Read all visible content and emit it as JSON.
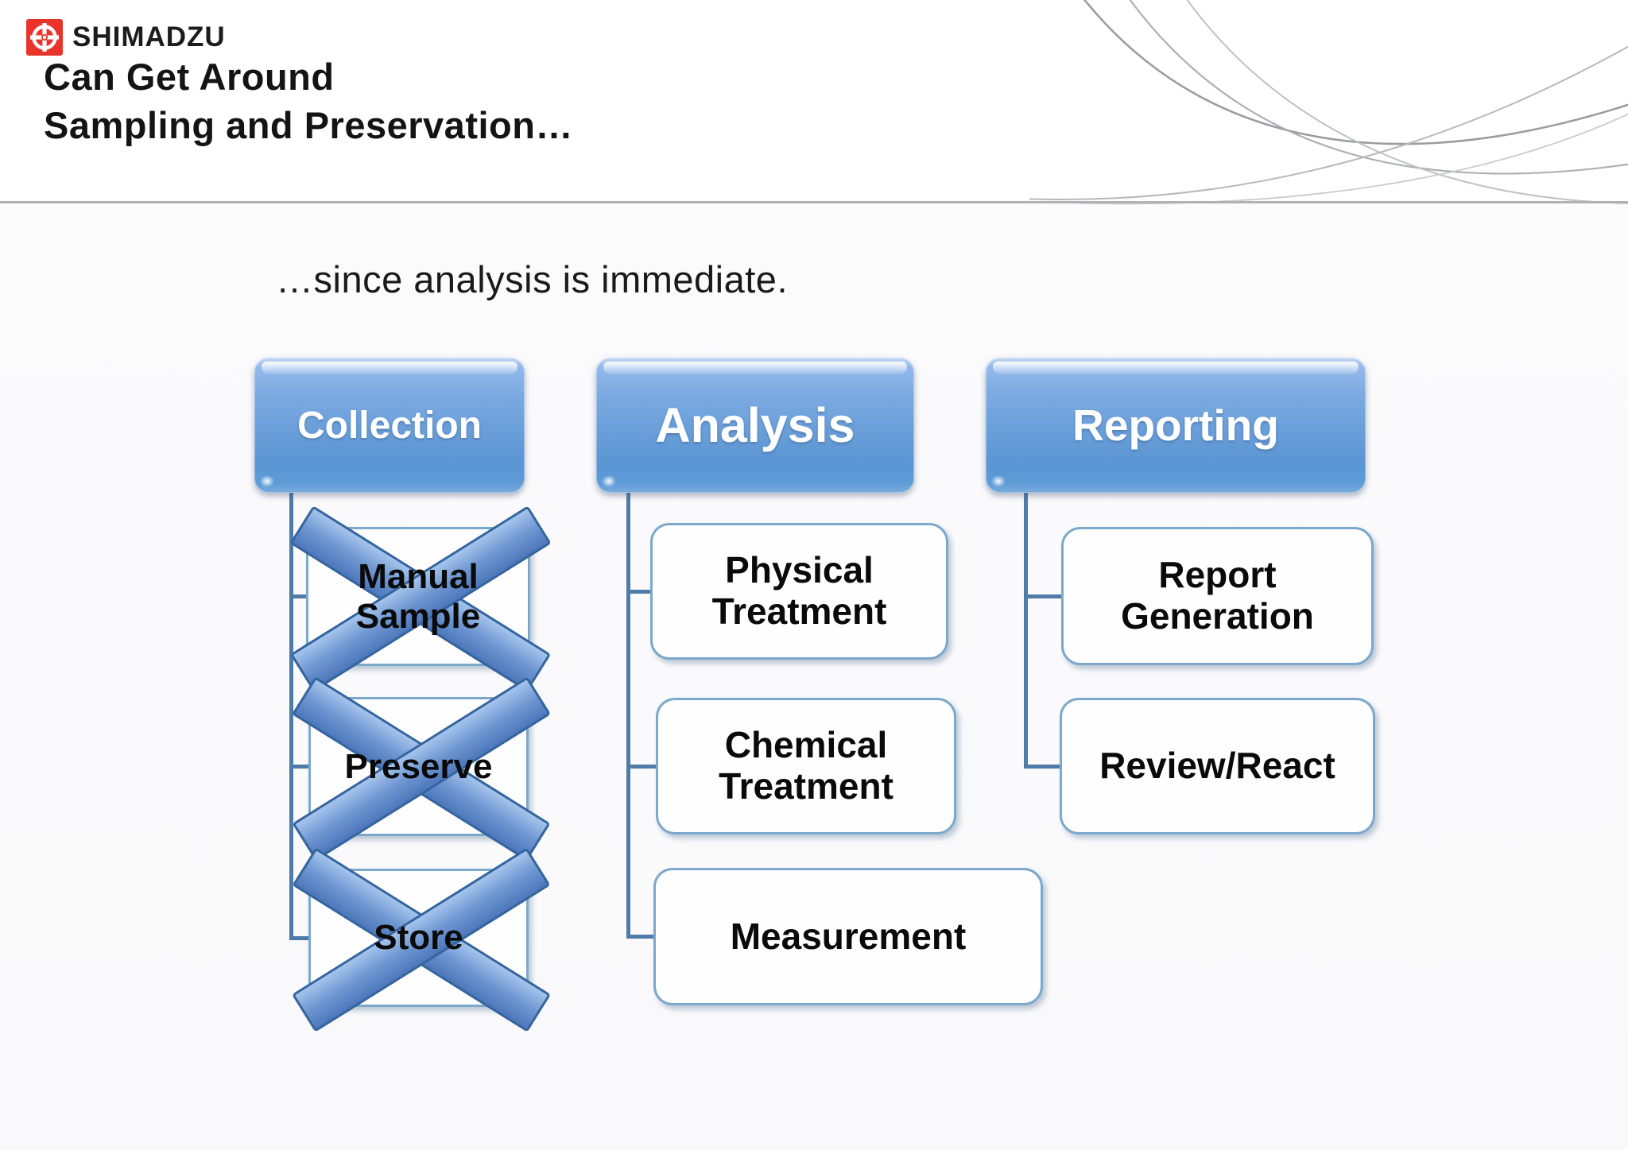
{
  "logo": {
    "brand": "SHIMADZU"
  },
  "title": {
    "line1": "Can Get Around",
    "line2": "Sampling and Preservation…"
  },
  "subtitle": "…since analysis is immediate.",
  "diagram": {
    "columns": [
      {
        "header": "Collection",
        "children": [
          "Manual Sample",
          "Preserve",
          "Store"
        ],
        "children_crossed_out": true
      },
      {
        "header": "Analysis",
        "children": [
          "Physical Treatment",
          "Chemical Treatment",
          "Measurement"
        ],
        "children_crossed_out": false
      },
      {
        "header": "Reporting",
        "children": [
          "Report Generation",
          "Review/React"
        ],
        "children_crossed_out": false
      }
    ]
  },
  "colors": {
    "header_blue": "#66A0DA",
    "connector_blue": "#4E7BA8",
    "cross_blue": "#5C88C8",
    "child_border_blue": "#7CA8CB",
    "logo_red": "#E8342B",
    "divider_gray": "#B2B2B5"
  }
}
